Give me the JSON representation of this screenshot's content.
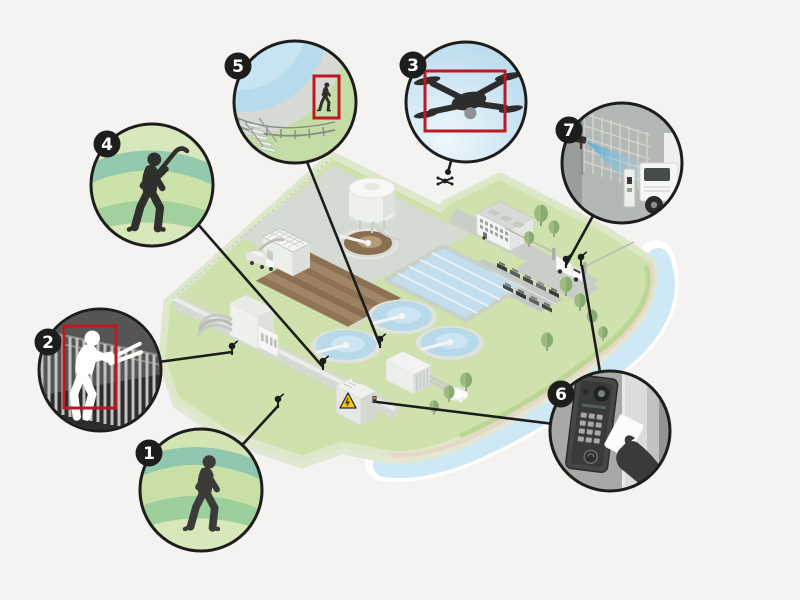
{
  "figure": {
    "type": "isometric-security-illustration",
    "subject": "water-treatment-plant-perimeter-protection",
    "visible_text": [
      "1",
      "2",
      "3",
      "4",
      "5",
      "6",
      "7"
    ]
  },
  "callouts": [
    {
      "number": "1",
      "icon": "person-walking-field-icon",
      "background": "green-field-bands",
      "detection_box": false
    },
    {
      "number": "2",
      "icon": "intruder-cutting-fence-icon",
      "background": "night-thermal-fence",
      "detection_box": true
    },
    {
      "number": "3",
      "icon": "drone-icon",
      "background": "sky",
      "detection_box": true
    },
    {
      "number": "4",
      "icon": "intruder-with-crowbar-icon",
      "background": "green-field-bands",
      "detection_box": false
    },
    {
      "number": "5",
      "icon": "person-at-clarifier-tank-icon",
      "background": "tank-edge-grass",
      "detection_box": true
    },
    {
      "number": "6",
      "icon": "access-card-reader-icon",
      "background": "door-wall",
      "detection_box": false
    },
    {
      "number": "7",
      "icon": "gate-camera-truck-icon",
      "background": "entrance-gate",
      "detection_box": false
    }
  ],
  "facility": {
    "elements": [
      "digester-tank",
      "blower-building",
      "tanker-truck",
      "primary-clarifier",
      "sludge-drying-beds",
      "aeration-basins",
      "secondary-clarifiers",
      "pump-building",
      "office-building",
      "parking-lot",
      "entrance-gate",
      "delivery-truck",
      "electrical-cabinet",
      "warning-sign",
      "outfall-building",
      "river",
      "trees",
      "surveillance-camera-markers",
      "drone-marker"
    ]
  },
  "colors": {
    "background": "#f4f3f1",
    "outline": "#1d1d1b",
    "detection_box": "#bf1724",
    "grass": "#cfe1ad",
    "grass_band_teal": "#8fc7ae",
    "pad_gray": "#d6dad5",
    "water_blue": "#b7d9ea",
    "river_blue": "#cfe8f5",
    "sludge_brown": "#8d7154",
    "warning_yellow": "#f4c91c",
    "beam_blue": "#45abdc"
  }
}
